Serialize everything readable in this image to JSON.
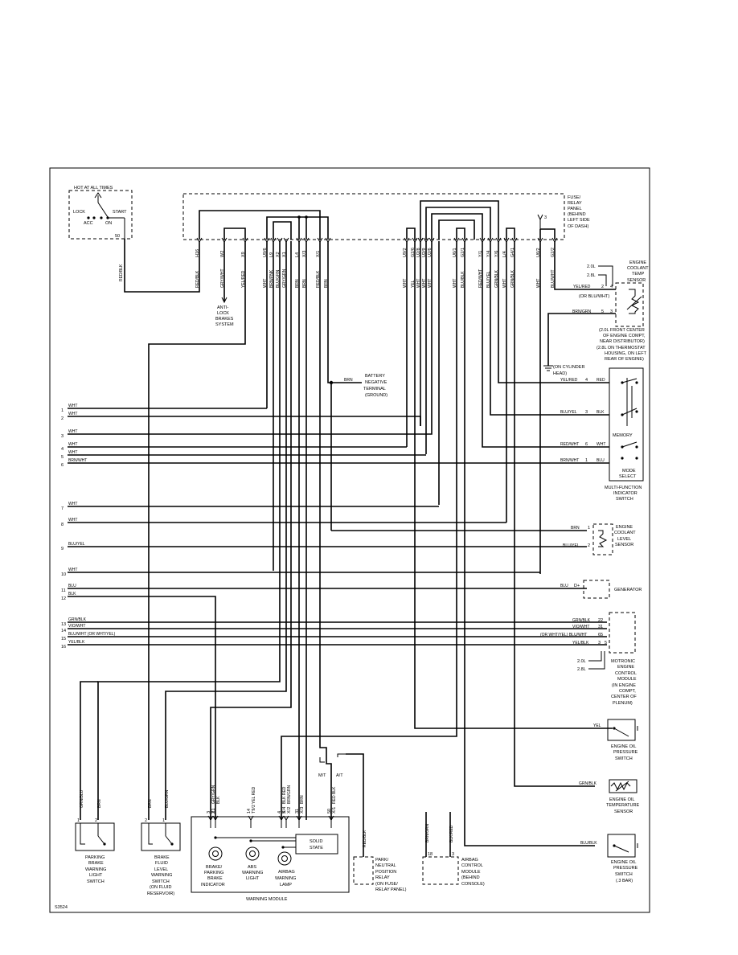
{
  "ignition_switch": {
    "title": "HOT AT ALL TIMES",
    "positions": [
      "LOCK",
      "ACC",
      "ON",
      "START"
    ],
    "terminal": "50",
    "wire": "RED/BLK"
  },
  "fuse_panel": {
    "label_lines": [
      "FUSE/",
      "RELAY",
      "PANEL",
      "(BEHIND",
      "LEFT SIDE",
      "OF DASH)"
    ],
    "terminal_3": "3",
    "terminals": [
      {
        "pin": "H16",
        "wire": "RED/BLK"
      },
      {
        "pin": "W2",
        "wire": "GRY/WHT"
      },
      {
        "pin": "X9",
        "wire": "YEL/RED"
      },
      {
        "pin": "U9/6",
        "wire": "WHT"
      },
      {
        "pin": "L9",
        "wire": "BRN/PNK"
      },
      {
        "pin": "X2",
        "wire": "BLU/GRN"
      },
      {
        "pin": "X1",
        "wire": "GRY/GRN"
      },
      {
        "pin": "L4",
        "wire": "BRN"
      },
      {
        "pin": "X/3",
        "wire": "BRN"
      },
      {
        "pin": "X/1",
        "wire": "RED/BLK"
      },
      {
        "pin": "",
        "wire": "BRN"
      },
      {
        "pin": "U9/2",
        "wire": "WHT"
      },
      {
        "pin": "G2/6",
        "wire": "YEL"
      },
      {
        "pin": "U2/8",
        "wire": "WHT"
      },
      {
        "pin": "U2/9",
        "wire": "WHT"
      },
      {
        "pin": "U2/6",
        "wire": "WHT"
      },
      {
        "pin": "U6/1",
        "wire": "WHT"
      },
      {
        "pin": "G2/1",
        "wire": "BLU/BLK"
      },
      {
        "pin": "Y/1",
        "wire": "RED/WHT"
      },
      {
        "pin": "Y/4",
        "wire": "BLU/YEL"
      },
      {
        "pin": "Y/6",
        "wire": "GRN/BLK"
      },
      {
        "pin": "L/4",
        "wire": "WHT"
      },
      {
        "pin": "G4/1",
        "wire": "GRN/BLK"
      },
      {
        "pin": "U6/2",
        "wire": "WHT"
      },
      {
        "pin": "G2/2",
        "wire": "BLU/WHT"
      }
    ]
  },
  "abs": {
    "lines": [
      "ANTI-",
      "LOCK",
      "BRAKES",
      "SYSTEM"
    ]
  },
  "battery_ground": {
    "wire": "BRN",
    "lines": [
      "BATTERY",
      "NEGATIVE",
      "TERMINAL",
      "(GROUND)"
    ]
  },
  "left_connector": [
    {
      "pin": "1",
      "wire": "WHT"
    },
    {
      "pin": "2",
      "wire": "WHT"
    },
    {
      "pin": "3",
      "wire": "WHT"
    },
    {
      "pin": "4",
      "wire": "WHT"
    },
    {
      "pin": "5",
      "wire": "WHT"
    },
    {
      "pin": "6",
      "wire": "BRN/WHT"
    },
    {
      "pin": "7",
      "wire": "WHT"
    },
    {
      "pin": "8",
      "wire": "WHT"
    },
    {
      "pin": "9",
      "wire": "BLU/YEL"
    },
    {
      "pin": "10",
      "wire": "WHT"
    },
    {
      "pin": "11",
      "wire": "BLU"
    },
    {
      "pin": "12",
      "wire": "BLK"
    },
    {
      "pin": "13",
      "wire": "GRN/BLK"
    },
    {
      "pin": "14",
      "wire": "VIO/WHT"
    },
    {
      "pin": "15",
      "wire": "BLU/WHT (OR WHT/YEL)"
    },
    {
      "pin": "16",
      "wire": "YEL/BLK"
    }
  ],
  "coolant_temp_sensor": {
    "lines": [
      "ENGINE",
      "COOLANT",
      "TEMP",
      "SENSOR"
    ],
    "wire1": "YEL/RED",
    "pin1": "2",
    "alt1": "(OR BLU/WHT)",
    "pin1b": "4",
    "engine_2_0": "2.0L",
    "engine_2_8": "2.8L",
    "wire2": "BRN/GRN",
    "pin2": "5",
    "pin2b": "3",
    "location_lines": [
      "(2.0L FRONT CENTER",
      "OF ENGINE COMPT,",
      "NEAR DISTRIBUTOR)",
      "(2.8L ON THERMOSTAT",
      "HOUSING, ON LEFT",
      "REAR OF ENGINE)"
    ]
  },
  "cylinder_head_ground": {
    "lines": [
      "(ON CYLINDER",
      "HEAD)"
    ]
  },
  "mfi_switch": {
    "rows": [
      {
        "wire": "YEL/RED",
        "pin": "4",
        "color": "RED"
      },
      {
        "wire": "BLU/YEL",
        "pin": "3",
        "color": "BLK"
      },
      {
        "wire": "RED/WHT",
        "pin": "6",
        "color": "WHT"
      },
      {
        "wire": "BRN/WHT",
        "pin": "1",
        "color": "BLU"
      }
    ],
    "memory": "MEMORY",
    "mode_select": [
      "MODE",
      "SELECT"
    ],
    "lines": [
      "MULTI-FUNCTION",
      "INDICATOR",
      "SWITCH"
    ]
  },
  "coolant_level_sensor": {
    "lines": [
      "ENGINE",
      "COOLANT",
      "LEVEL",
      "SENSOR"
    ],
    "wire1": "BRN",
    "pin1": "1",
    "wire2": "BLU/YEL",
    "pin2": "2"
  },
  "generator": {
    "label": "GENERATOR",
    "wire": "BLU",
    "terminal": "D+"
  },
  "motronic": {
    "rows": [
      {
        "wire": "GRN/BLK",
        "pin": "22"
      },
      {
        "wire": "VIO/WHT",
        "pin": "31"
      },
      {
        "wire": "(OR WHT/YEL) BLU/WHT",
        "pin": "65"
      },
      {
        "wire": "YEL/BLK",
        "pin": "3",
        "pin_b": "5"
      }
    ],
    "engine_2_0": "2.0L",
    "engine_2_8": "2.8L",
    "lines": [
      "MOTRONIC",
      "ENGINE",
      "CONTROL",
      "MODULE",
      "(IN ENGINE",
      "COMPT,",
      "CENTER OF",
      "PLENUM)"
    ]
  },
  "oil_pressure_switch": {
    "wire": "YEL",
    "lines": [
      "ENGINE OIL",
      "PRESSURE",
      "SWITCH"
    ]
  },
  "oil_temp_sensor": {
    "wire": "GRN/BLK",
    "lines": [
      "ENGINE OIL",
      "TEMPERATURE",
      "SENSOR"
    ]
  },
  "oil_pressure_switch_2": {
    "wire": "BLU/BLK",
    "lines": [
      "ENGINE OIL",
      "PRESSURE",
      "SWITCH",
      "(.3 BAR)"
    ]
  },
  "parking_brake_switch": {
    "wire1": "GRN/BLU",
    "pin1": "1",
    "wire2": "BRN",
    "pin2": "2",
    "lines": [
      "PARKING",
      "BRAKE",
      "WARNING",
      "LIGHT",
      "SWITCH"
    ]
  },
  "brake_fluid_switch": {
    "wire1": "BRN",
    "pin1": "2",
    "wire2": "BLU/GRN",
    "pin2": "1",
    "lines": [
      "BRAKE",
      "FLUID",
      "LEVEL",
      "WARNING",
      "SWITCH",
      "(ON FLUID",
      "RESERVOIR)"
    ]
  },
  "warning_module": {
    "title": "WARNING MODULE",
    "pins": [
      {
        "pin": "3",
        "code": "GRY/GRN",
        "code2": "X1"
      },
      {
        "pin": "2",
        "code": "BLK",
        "code2": ""
      },
      {
        "pin": "14",
        "code": "YEL RED",
        "code2": "T9/2"
      },
      {
        "pin": "4",
        "code": "BLK RED",
        "code2": "X/4"
      },
      {
        "pin": "5",
        "code": "BRN/GRN",
        "code2": "X/2"
      },
      {
        "pin": "31",
        "code": "BRN",
        "code2": "X/3"
      },
      {
        "pin": "50",
        "code": "RED BLK",
        "code2": "X/1"
      }
    ],
    "solid_state": [
      "SOLID",
      "STATE"
    ],
    "mt": "M/T",
    "at": "A/T",
    "lamps": [
      {
        "lines": [
          "BRAKE/",
          "PARKING",
          "BRAKE",
          "INDICATOR"
        ]
      },
      {
        "lines": [
          "ABS",
          "WARNING",
          "LIGHT"
        ]
      },
      {
        "lines": [
          "AIRBAG",
          "WARNING",
          "LAMP"
        ]
      }
    ]
  },
  "park_neutral_relay": {
    "wire": "RED/BLK",
    "lines": [
      "PARK/",
      "NEUTRAL",
      "POSITION",
      "RELAY",
      "(ON FUSE/",
      "RELAY PANEL)"
    ]
  },
  "airbag_module": {
    "wire1": "BRN/GRN",
    "wire2": "BLK/RED",
    "pin1": "18",
    "pin2": "3",
    "lines": [
      "AIRBAG",
      "CONTROL",
      "MODULE",
      "(BEHIND",
      "CONSOLE)"
    ]
  },
  "figure_id": "S3524"
}
